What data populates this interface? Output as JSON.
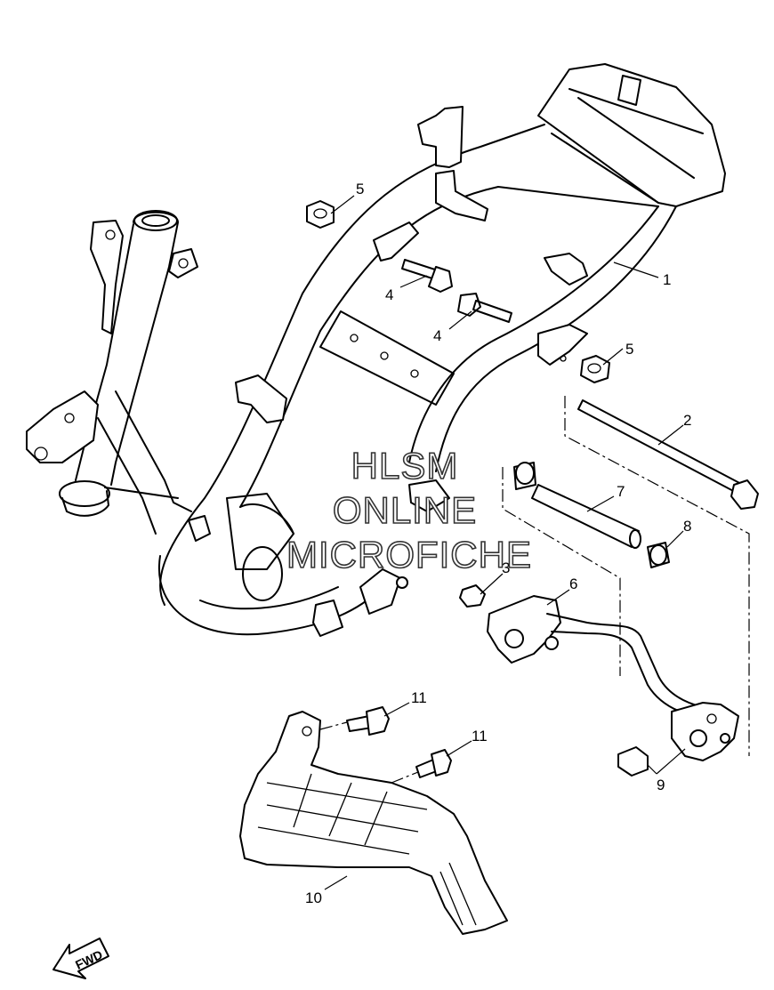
{
  "watermark": {
    "line1": "HLSM",
    "line2": "ONLINE",
    "line3": "MICROFICHE"
  },
  "direction_badge": "FWD",
  "callouts": [
    "1",
    "2",
    "3",
    "4",
    "4",
    "5",
    "5",
    "6",
    "7",
    "8",
    "9",
    "10",
    "11",
    "11"
  ]
}
